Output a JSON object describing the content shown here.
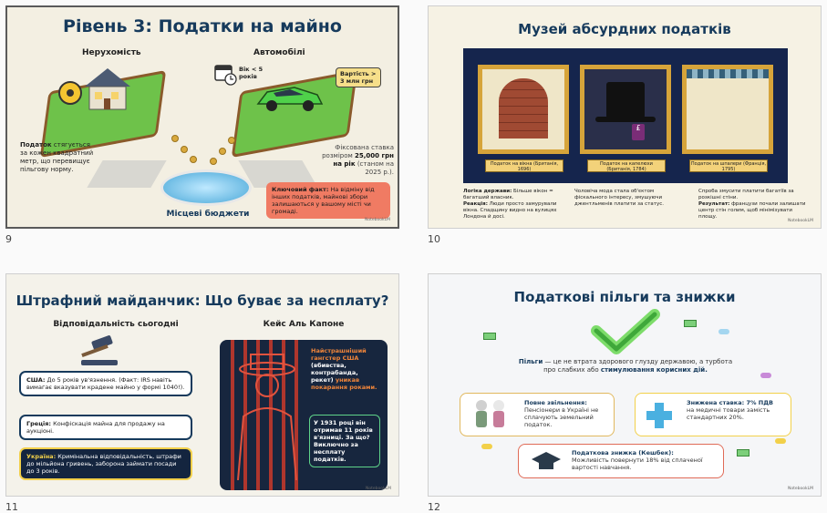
{
  "slides": [
    {
      "number": "9",
      "title": "Рівень 3: Податки на майно",
      "left_heading": "Нерухомість",
      "right_heading": "Автомобілі",
      "age_badge": "Вік < 5 років",
      "value_badge": "Вартість > 3 млн грн",
      "left_text_bold": "Податок",
      "left_text": "стягується за кожен квадратний метр, що перевищує пільгову норму.",
      "right_text_1": "Фіксована ставка розміром",
      "right_text_bold": "25,000 грн на рік",
      "right_text_2": "(станом на 2025 р.).",
      "pool_label": "Місцеві бюджети",
      "key_fact_bold": "Ключовий факт:",
      "key_fact": "На відміну від інших податків, майнові збори залишаються у вашому місті чи громаді.",
      "brand": "NotebookLM"
    },
    {
      "number": "10",
      "title": "Музей абсурдних податків",
      "plaques": [
        "Податок на вікна (Британія, 1696)",
        "Податок на капелюхи (Британія, 1784)",
        "Податок на шпалери (Франція, 1795)"
      ],
      "captions": [
        {
          "bold1": "Логіка держави:",
          "text1": "Більше вікон = багатший власник.",
          "bold2": "Реакція:",
          "text2": "Люди просто замурували вікна. Спадщину видно на вулицях Лондона й досі."
        },
        {
          "bold1": "",
          "text1": "Чоловіча мода стала об'єктом фіскального інтересу, змушуючи джентльменів платити за статус.",
          "bold2": "",
          "text2": ""
        },
        {
          "bold1": "",
          "text1": "Спроба змусити платити багатіїв за розкішні стіни.",
          "bold2": "Результат:",
          "text2": "французи почали залишати центр стін голим, щоб мінімізувати площу."
        }
      ],
      "brand": "NotebookLM"
    },
    {
      "number": "11",
      "title": "Штрафний майданчик: Що буває за несплату?",
      "left_heading": "Відповідальність сьогодні",
      "right_heading": "Кейс Аль Капоне",
      "usa_bold": "США:",
      "usa_text": "До 5 років ув'язнення. (Факт: IRS навіть вимагає вказувати крадене майно у формі 1040!).",
      "greece_bold": "Греція:",
      "greece_text": "Конфіскація майна для продажу на аукціоні.",
      "ukraine_bold": "Україна:",
      "ukraine_text": "Кримінальна відповідальність, штрафи до мільйона гривень, заборона займати посади до 3 років.",
      "capone_orange": "Найстрашніший гангстер США",
      "capone_white": "(вбивства, контрабанда, рекет)",
      "capone_orange2": "уникав покарання роками.",
      "capone_box": "У 1931 році він отримав 11 років в'язниці. За що? Виключно за несплату податків.",
      "brand": "NotebookLM"
    },
    {
      "number": "12",
      "title": "Податкові пільги та знижки",
      "intro_bold": "Пільги",
      "intro_text": "— це не втрата здорового глузду державою, а турбота про слабких або",
      "intro_bold2": "стимулювання корисних дій.",
      "card1_title": "Повне звільнення:",
      "card1_text": "Пенсіонери в Україні не сплачують земельний податок.",
      "card2_title": "Знижена ставка: 7% ПДВ",
      "card2_text": "на медичні товари замість стандартних 20%.",
      "card3_title": "Податкова знижка (Кешбек):",
      "card3_text": "Можливість повернути 18% від сплаченої вартості навчання.",
      "brand": "NotebookLM"
    }
  ],
  "colors": {
    "navy": "#163a5c",
    "green": "#4caf50",
    "orange": "#f07b63",
    "gold": "#d6a43a"
  }
}
